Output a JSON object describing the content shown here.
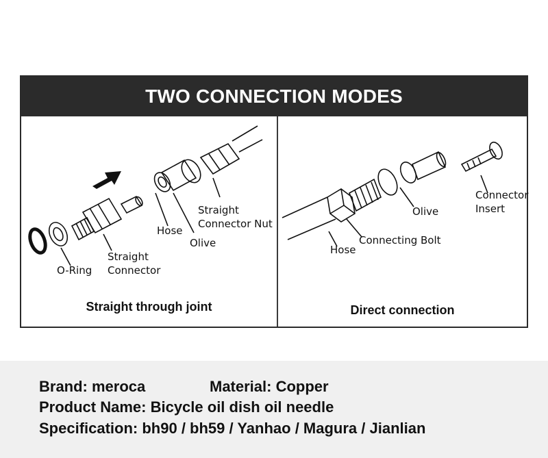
{
  "title": "TWO CONNECTION MODES",
  "left_panel": {
    "caption": "Straight through joint",
    "labels": {
      "o_ring": "O-Ring",
      "straight_connector_1": "Straight",
      "straight_connector_2": "Connector",
      "hose": "Hose",
      "olive": "Olive",
      "straight_connector_nut_1": "Straight",
      "straight_connector_nut_2": "Connector Nut"
    }
  },
  "right_panel": {
    "caption": "Direct connection",
    "labels": {
      "hose": "Hose",
      "connecting_bolt": "Connecting Bolt",
      "olive": "Olive",
      "connector_insert_1": "Connector",
      "connector_insert_2": "Insert"
    }
  },
  "specs": {
    "brand": "Brand: meroca",
    "material": "Material: Copper",
    "product_name": "Product Name: Bicycle oil dish oil needle",
    "specification": "Specification: bh90 / bh59 / Yanhao / Magura / Jianlian"
  },
  "colors": {
    "title_bar": "#2b2b2b",
    "title_text": "#ffffff",
    "spec_background": "#f0f0f0"
  }
}
